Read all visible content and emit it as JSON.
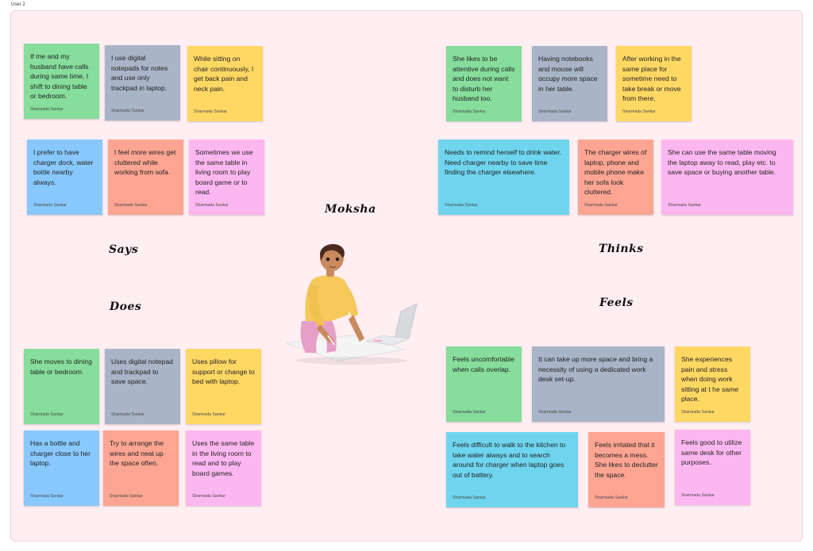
{
  "frame_label": "User 2",
  "persona_name": "Moksha",
  "quadrants": {
    "says": "Says",
    "thinks": "Thinks",
    "does": "Does",
    "feels": "Feels"
  },
  "colors": {
    "board": "#ffeef2",
    "green": "#86dd9c",
    "gray": "#a9b4c7",
    "yellow": "#ffd864",
    "blue": "#88c8fd",
    "salmon": "#fca592",
    "pink": "#fdb7f0",
    "cyan": "#6fd5ee"
  },
  "author": "Sharmada Sankar",
  "says": [
    {
      "text": "If me and my husband have calls during same time, I shift to dining table or bedroom.",
      "author": "Sharmada Sankar",
      "color": "green"
    },
    {
      "text": "I use digital notepads for notes and use only trackpad in laptop.",
      "author": "Sharmada Sankar",
      "color": "gray"
    },
    {
      "text": "While sitting on chair continuously, I get back pain and neck pain.",
      "author": "Sharmada Sankar",
      "color": "yellow"
    },
    {
      "text": "I prefer to have charger dock, water bottle nearby always.",
      "author": "Sharmada Sankar",
      "color": "blue"
    },
    {
      "text": "I feel more wires get cluttered while working from sofa.",
      "author": "Sharmada Sankar",
      "color": "salmon"
    },
    {
      "text": "Sometimes we use the same table in living room to play board game or to read.",
      "author": "Sharmada Sankar",
      "color": "pink"
    }
  ],
  "thinks": [
    {
      "text": "She likes to be attentive during calls and does not want to disturb her husband too.",
      "author": "Sharmada Sankar",
      "color": "green"
    },
    {
      "text": "Having notebooks and mouse will occupy more space in her table.",
      "author": "Sharmada Sankar",
      "color": "gray"
    },
    {
      "text": "After working in the same place for sometime need to take break or move from there.",
      "author": "Sharmada Sankar",
      "color": "yellow"
    },
    {
      "text": "Needs to remind herself to drink water. Need charger nearby to save time finding the charger elsewhere.",
      "author": "Sharmada Sankar",
      "color": "cyan"
    },
    {
      "text": "The charger wires of laptop, phone and mobile phone make her sofa look cluttered.",
      "author": "Sharmada Sankar",
      "color": "salmon"
    },
    {
      "text": "She can use the same table moving the laptop away to read, play etc. to save space or buying another table.",
      "author": "Sharmada Sankar",
      "color": "pink"
    }
  ],
  "does": [
    {
      "text": "She moves to dining table or bedroom.",
      "author": "Sharmada Sankar",
      "color": "green"
    },
    {
      "text": "Uses digital notepad and trackpad to save space.",
      "author": "Sharmada Sankar",
      "color": "gray"
    },
    {
      "text": "Uses pillow for support or change to bed with laptop.",
      "author": "Sharmada Sankar",
      "color": "yellow"
    },
    {
      "text": "Has a bottle and charger close to her laptop.",
      "author": "Sharmada Sankar",
      "color": "blue"
    },
    {
      "text": "Try to arrange the wires and neat up the space often.",
      "author": "Sharmada Sankar",
      "color": "salmon"
    },
    {
      "text": "Uses the same table in the living room to read and to play board games.",
      "author": "Sharmada Sankar",
      "color": "pink"
    }
  ],
  "feels": [
    {
      "text": "Feels uncomfortable when calls overlap.",
      "author": "Sharmada Sankar",
      "color": "green"
    },
    {
      "text": "It can take up more space and bring a necessity of using a dedicated work desk set-up.",
      "author": "Sharmada Sankar",
      "color": "gray"
    },
    {
      "text": "She experiences pain and stress when doing work sitting at t he same place.",
      "author": "Sharmada Sankar",
      "color": "yellow"
    },
    {
      "text": "Feels difficult to walk to the kitchen to take water always and to search around for charger when laptop goes out of battery.",
      "author": "Sharmada Sankar",
      "color": "cyan"
    },
    {
      "text": "Feels irritated that it becomes a mess. She likes to declutter the space.",
      "author": "Sharmada Sankar",
      "color": "salmon"
    },
    {
      "text": "Feels good to utilize same desk for other purposes.",
      "author": "Sharmada Sankar",
      "color": "pink"
    }
  ]
}
